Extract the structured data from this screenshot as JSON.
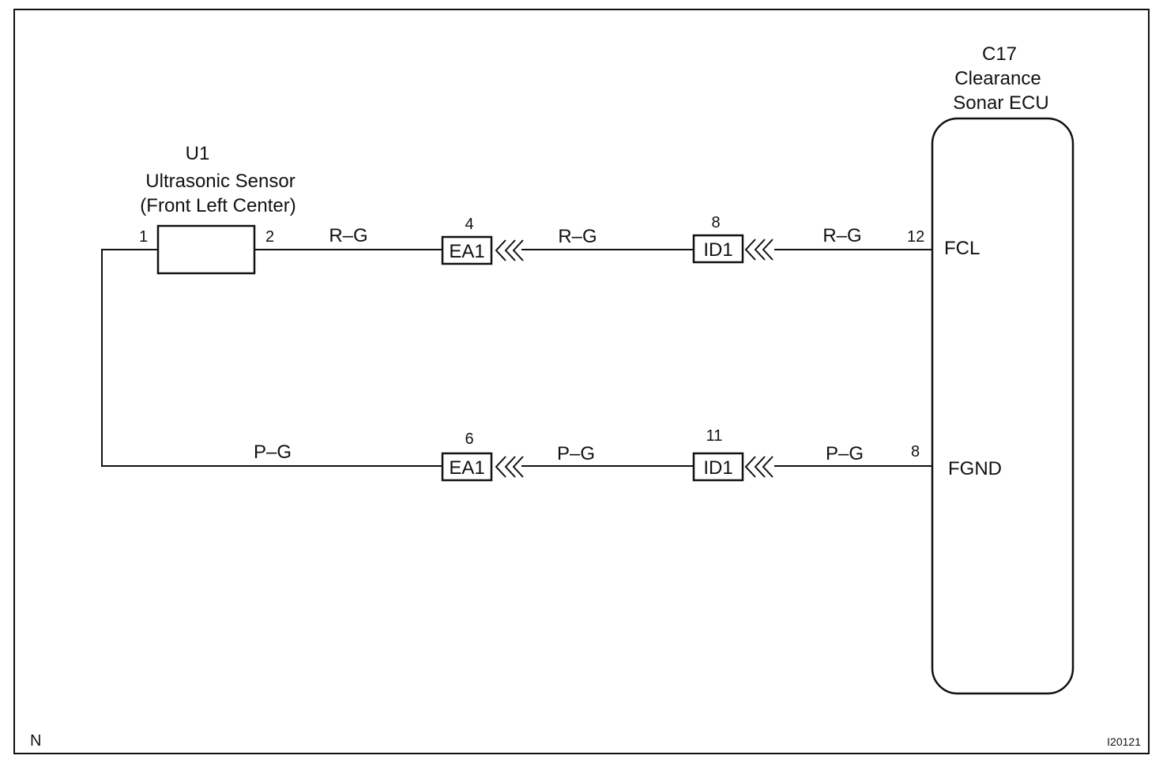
{
  "sensor": {
    "code": "U1",
    "name": "Ultrasonic Sensor",
    "location": "(Front Left Center)",
    "pin_left": "1",
    "pin_right": "2"
  },
  "ecu": {
    "code": "C17",
    "name_line1": "Clearance",
    "name_line2": "Sonar ECU",
    "terminal_top": "FCL",
    "terminal_bottom": "FGND",
    "pin_top": "12",
    "pin_bottom": "8"
  },
  "connectors": {
    "ea1_top": {
      "label": "EA1",
      "pin": "4"
    },
    "id1_top": {
      "label": "ID1",
      "pin": "8"
    },
    "ea1_bottom": {
      "label": "EA1",
      "pin": "6"
    },
    "id1_bottom": {
      "label": "ID1",
      "pin": "11"
    }
  },
  "wires": {
    "top_seg1": "R–G",
    "top_seg2": "R–G",
    "top_seg3": "R–G",
    "bottom_seg1": "P–G",
    "bottom_seg2": "P–G",
    "bottom_seg3": "P–G"
  },
  "footer": {
    "left": "N",
    "right": "I20121"
  }
}
